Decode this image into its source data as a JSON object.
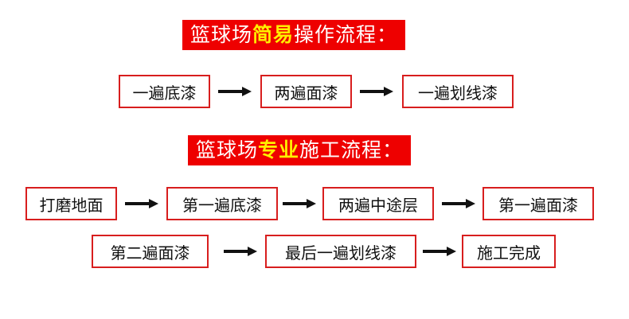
{
  "simple": {
    "title_pre": "篮球场",
    "title_highlight": "简易",
    "title_post": "操作流程：",
    "steps": [
      "一遍底漆",
      "两遍面漆",
      "一遍划线漆"
    ]
  },
  "pro": {
    "title_pre": "篮球场",
    "title_highlight": "专业",
    "title_post": "施工流程：",
    "row1": [
      "打磨地面",
      "第一遍底漆",
      "两遍中途层",
      "第一遍面漆"
    ],
    "row2": [
      "第二遍面漆",
      "最后一遍划线漆",
      "施工完成"
    ]
  },
  "colors": {
    "banner_bg": "#ee0000",
    "highlight_text": "#ffee00",
    "box_border": "#d81e1e",
    "arrow": "#111111"
  }
}
